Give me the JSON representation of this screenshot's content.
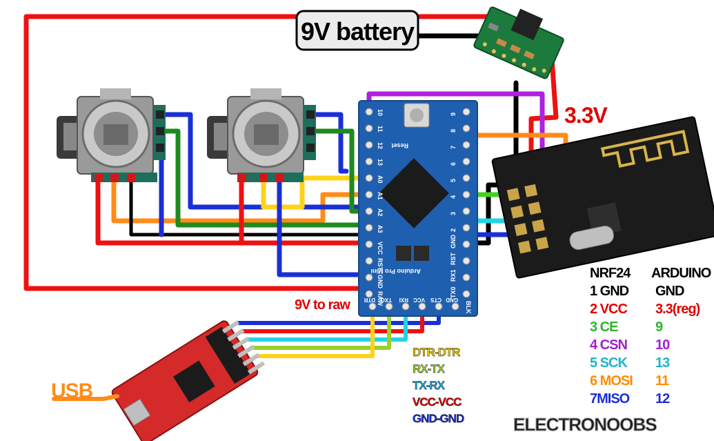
{
  "battery": {
    "label": "9V battery"
  },
  "regulator": {
    "voltage_label": "3.3V"
  },
  "raw_note": "9V to raw",
  "usb_label": "USB",
  "arduino_pins": {
    "left": [
      "10",
      "11",
      "12",
      "13",
      "A0",
      "A1",
      "A2",
      "A3",
      "VCC",
      "RST",
      "GND",
      "RAW"
    ],
    "right": [
      "9",
      "8",
      "7",
      "6",
      "5",
      "4",
      "3",
      "2",
      "GND",
      "RST",
      "RX1",
      "TX0"
    ],
    "bottom": [
      "GND",
      "CTS",
      "VCC",
      "RXI",
      "TXO",
      "DTR"
    ],
    "reset_label": "Reset",
    "board_name": "Arduino Pro Mini",
    "blk_label": "BLK"
  },
  "ftdi_legend": [
    {
      "text": "DTR-DTR",
      "color": "#e6c200"
    },
    {
      "text": "RX-TX",
      "color": "#9bd12a"
    },
    {
      "text": "TX-RX",
      "color": "#1aa7d9"
    },
    {
      "text": "VCC-VCC",
      "color": "#e00000"
    },
    {
      "text": "GND-GND",
      "color": "#1a2fd6"
    }
  ],
  "pin_table": {
    "header_left": "NRF24",
    "header_right": "ARDUINO",
    "rows": [
      {
        "nrf": "1 GND",
        "arduino": "GND",
        "color": "#000000"
      },
      {
        "nrf": "2 VCC",
        "arduino": "3.3(reg)",
        "color": "#e00000"
      },
      {
        "nrf": "3 CE",
        "arduino": "9",
        "color": "#2bb52b"
      },
      {
        "nrf": "4 CSN",
        "arduino": "10",
        "color": "#a020d0"
      },
      {
        "nrf": "5 SCK",
        "arduino": "13",
        "color": "#1fb5c9"
      },
      {
        "nrf": "6 MOSI",
        "arduino": "11",
        "color": "#ff8c00"
      },
      {
        "nrf": "7MISO",
        "arduino": "12",
        "color": "#1a2fd6"
      }
    ]
  },
  "watermark": "ELECTRONOOBS",
  "colors": {
    "red": "#ee1111",
    "black": "#000000",
    "blue": "#1a2fd6",
    "green": "#1e8a1e",
    "orange": "#ff8c1a",
    "yellow": "#ffd21a",
    "cyan": "#22d4e8",
    "purple": "#b020e0",
    "lime": "#44d222",
    "board_blue": "#1f5fb0",
    "nrf_black": "#1b1b1b",
    "ftdi_red": "#d42a2a"
  }
}
